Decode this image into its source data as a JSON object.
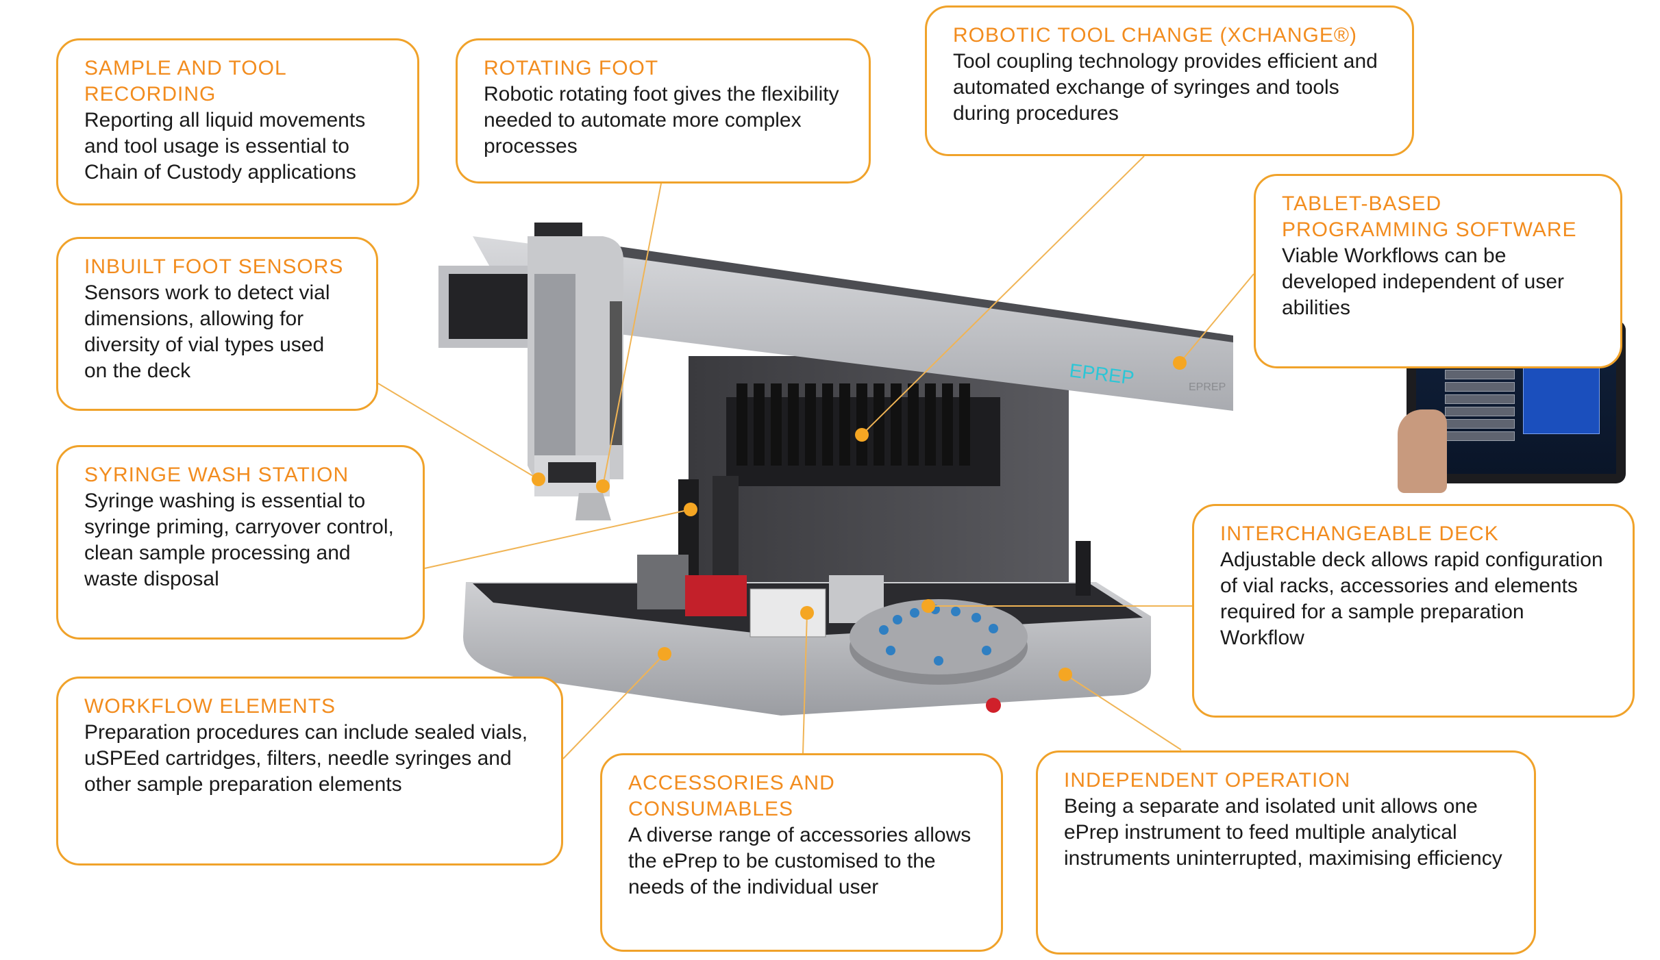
{
  "callouts": [
    {
      "id": "sample-tool-recording",
      "title": "SAMPLE AND TOOL RECORDING",
      "body": "Reporting all liquid movements and tool usage is essential to Chain of Custody applications"
    },
    {
      "id": "rotating-foot",
      "title": "ROTATING FOOT",
      "body": "Robotic rotating foot gives the flexibility needed to automate  more complex processes"
    },
    {
      "id": "robotic-tool-change",
      "title": "ROBOTIC TOOL CHANGE (XCHANGE®)",
      "body": "Tool coupling technology provides efficient and automated exchange of syringes and tools during procedures"
    },
    {
      "id": "tablet-software",
      "title": "TABLET-BASED PROGRAMMING SOFTWARE",
      "body": "Viable Workflows can be developed independent of user abilities"
    },
    {
      "id": "inbuilt-foot-sensors",
      "title": "INBUILT FOOT SENSORS",
      "body": "Sensors work to detect vial dimensions, allowing for diversity of vial types used on the deck"
    },
    {
      "id": "syringe-wash-station",
      "title": "SYRINGE WASH STATION",
      "body": "Syringe washing is essential to syringe priming, carryover control, clean sample processing and waste disposal"
    },
    {
      "id": "interchangeable-deck",
      "title": "INTERCHANGEABLE DECK",
      "body": "Adjustable deck allows rapid configuration of vial racks, accessories and elements required for a sample preparation Workflow"
    },
    {
      "id": "workflow-elements",
      "title": "WORKFLOW ELEMENTS",
      "body": "Preparation procedures can include sealed vials, uSPEed cartridges, filters, needle syringes and other sample preparation elements"
    },
    {
      "id": "accessories-consumables",
      "title": "ACCESSORIES AND CONSUMABLES",
      "body": "A diverse range of accessories allows the ePrep to be customised to the needs of the individual user"
    },
    {
      "id": "independent-operation",
      "title": "INDEPENDENT OPERATION",
      "body": "Being a separate and isolated unit allows one ePrep instrument to feed multiple analytical instruments uninterrupted, maximising efficiency"
    }
  ],
  "instrument": {
    "brand_label": "EPREP",
    "rear_label": "EPREP"
  },
  "colors": {
    "accent": "#f0a22a",
    "title": "#f28c1e",
    "body_text": "#1a1a1a",
    "dot": "#f5a623"
  }
}
